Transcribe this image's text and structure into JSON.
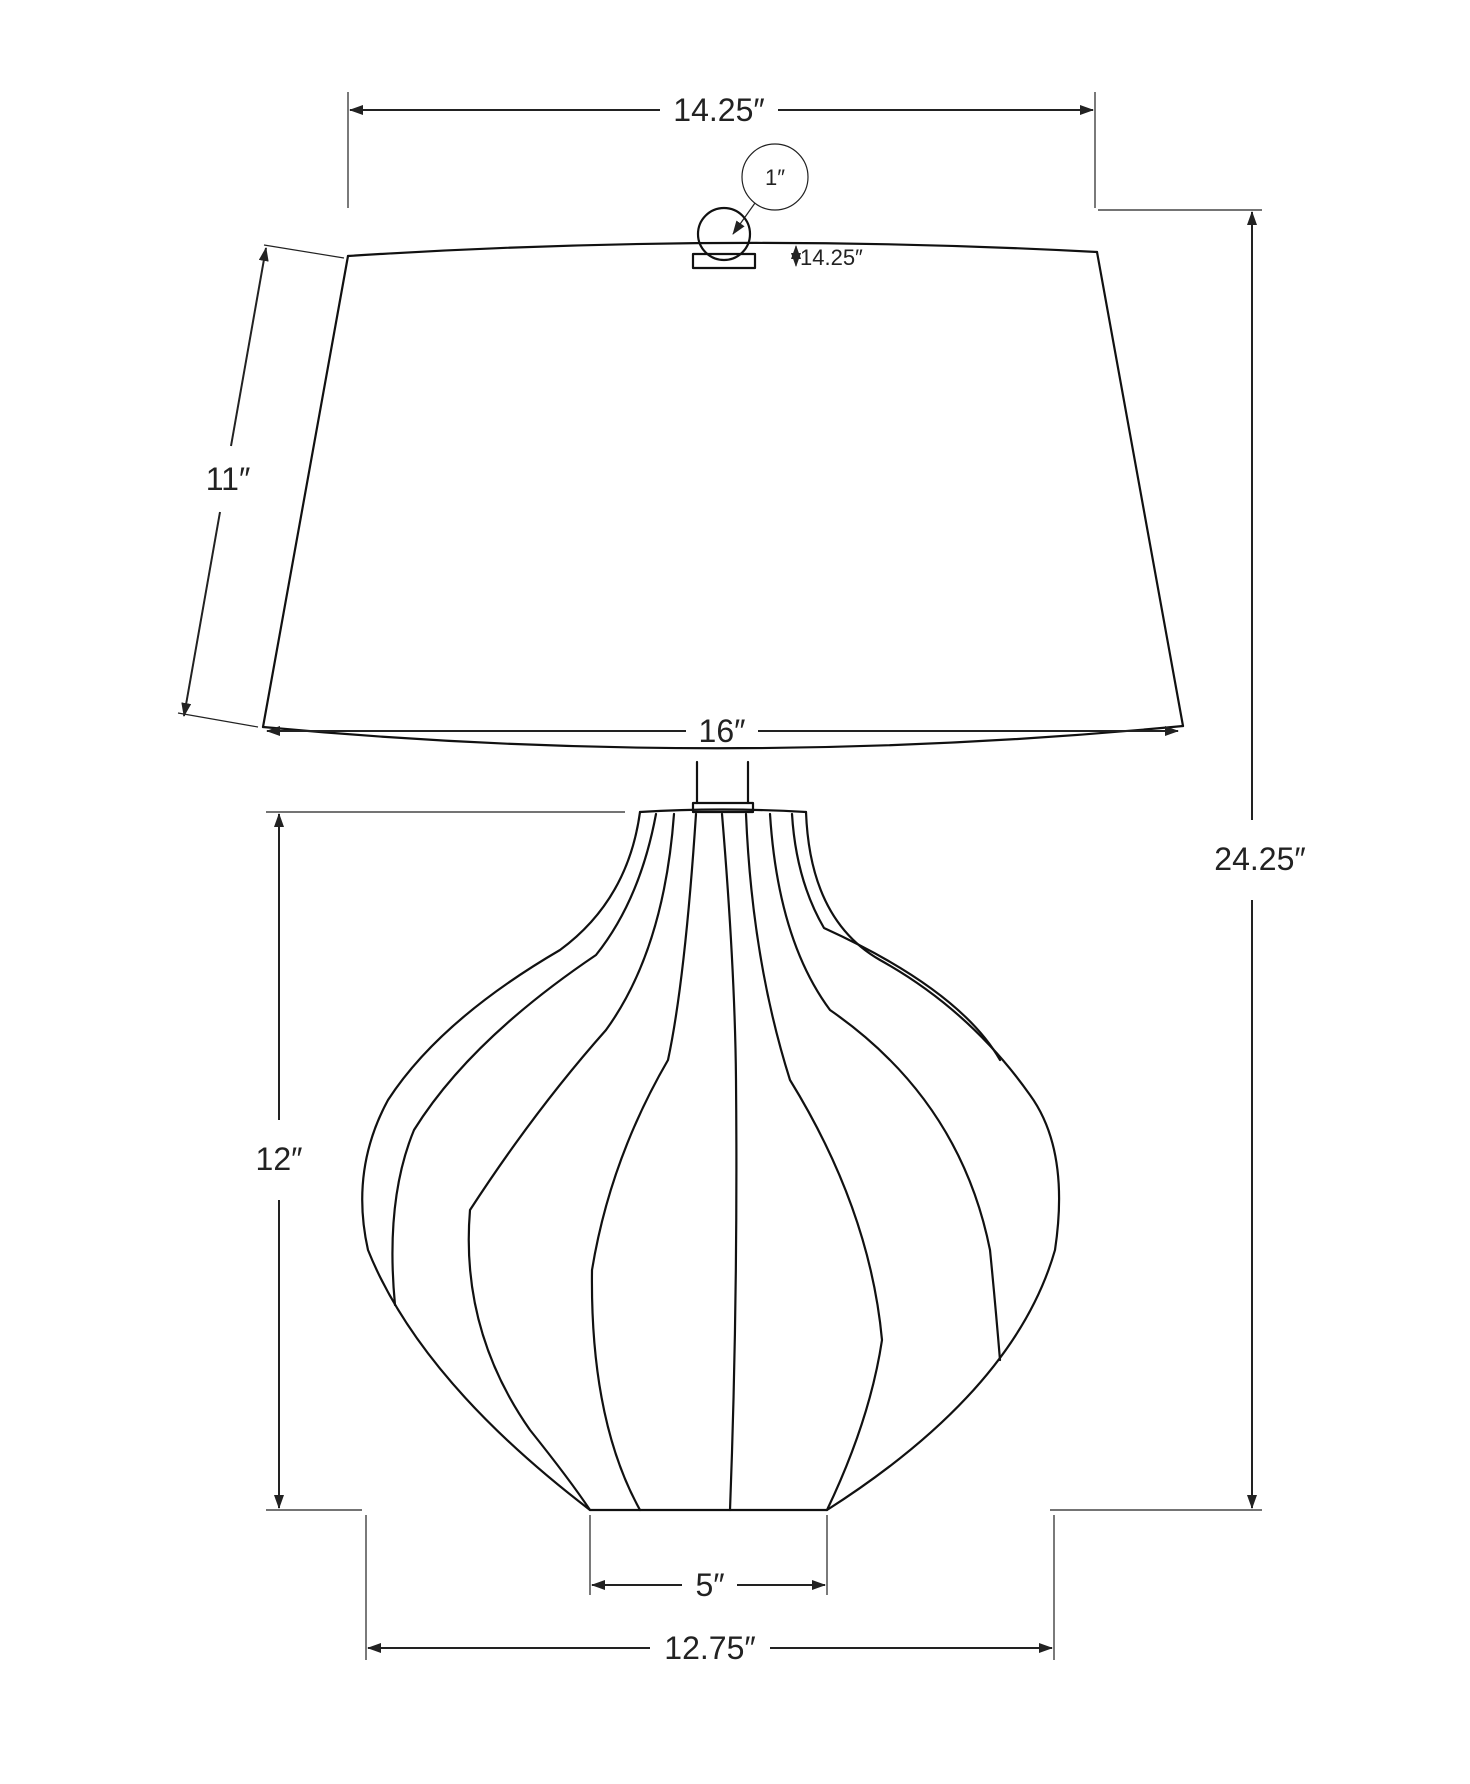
{
  "dimensions": {
    "shade_top_width": "14.25″",
    "finial_size": "1″",
    "harp_clearance": "14.25″",
    "shade_height": "11″",
    "shade_bottom_width": "16″",
    "overall_height": "24.25″",
    "base_height": "12″",
    "base_foot_width": "5″",
    "base_body_width": "12.75″"
  },
  "colors": {
    "line": "#222222",
    "background": "#ffffff"
  }
}
